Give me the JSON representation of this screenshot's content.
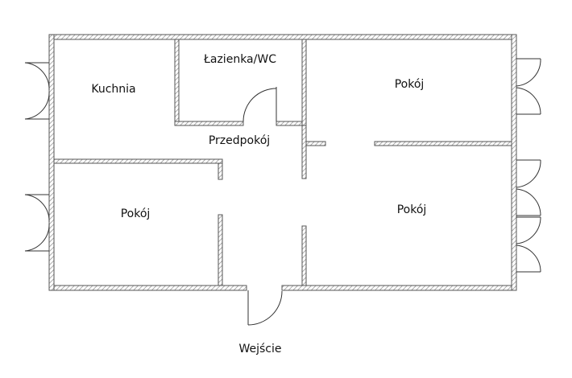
{
  "plan": {
    "rooms": [
      {
        "id": "kitchen",
        "label": "Kuchnia"
      },
      {
        "id": "bathroom",
        "label": "Łazienka/WC"
      },
      {
        "id": "room-top-right",
        "label": "Pokój"
      },
      {
        "id": "hallway",
        "label": "Przedpokój"
      },
      {
        "id": "room-left",
        "label": "Pokój"
      },
      {
        "id": "room-bottom-right",
        "label": "Pokój"
      }
    ],
    "entrance_label": "Wejście",
    "colors": {
      "wall_stroke": "#555555",
      "wall_fill": "#c8c8c8",
      "line": "#333333"
    }
  }
}
